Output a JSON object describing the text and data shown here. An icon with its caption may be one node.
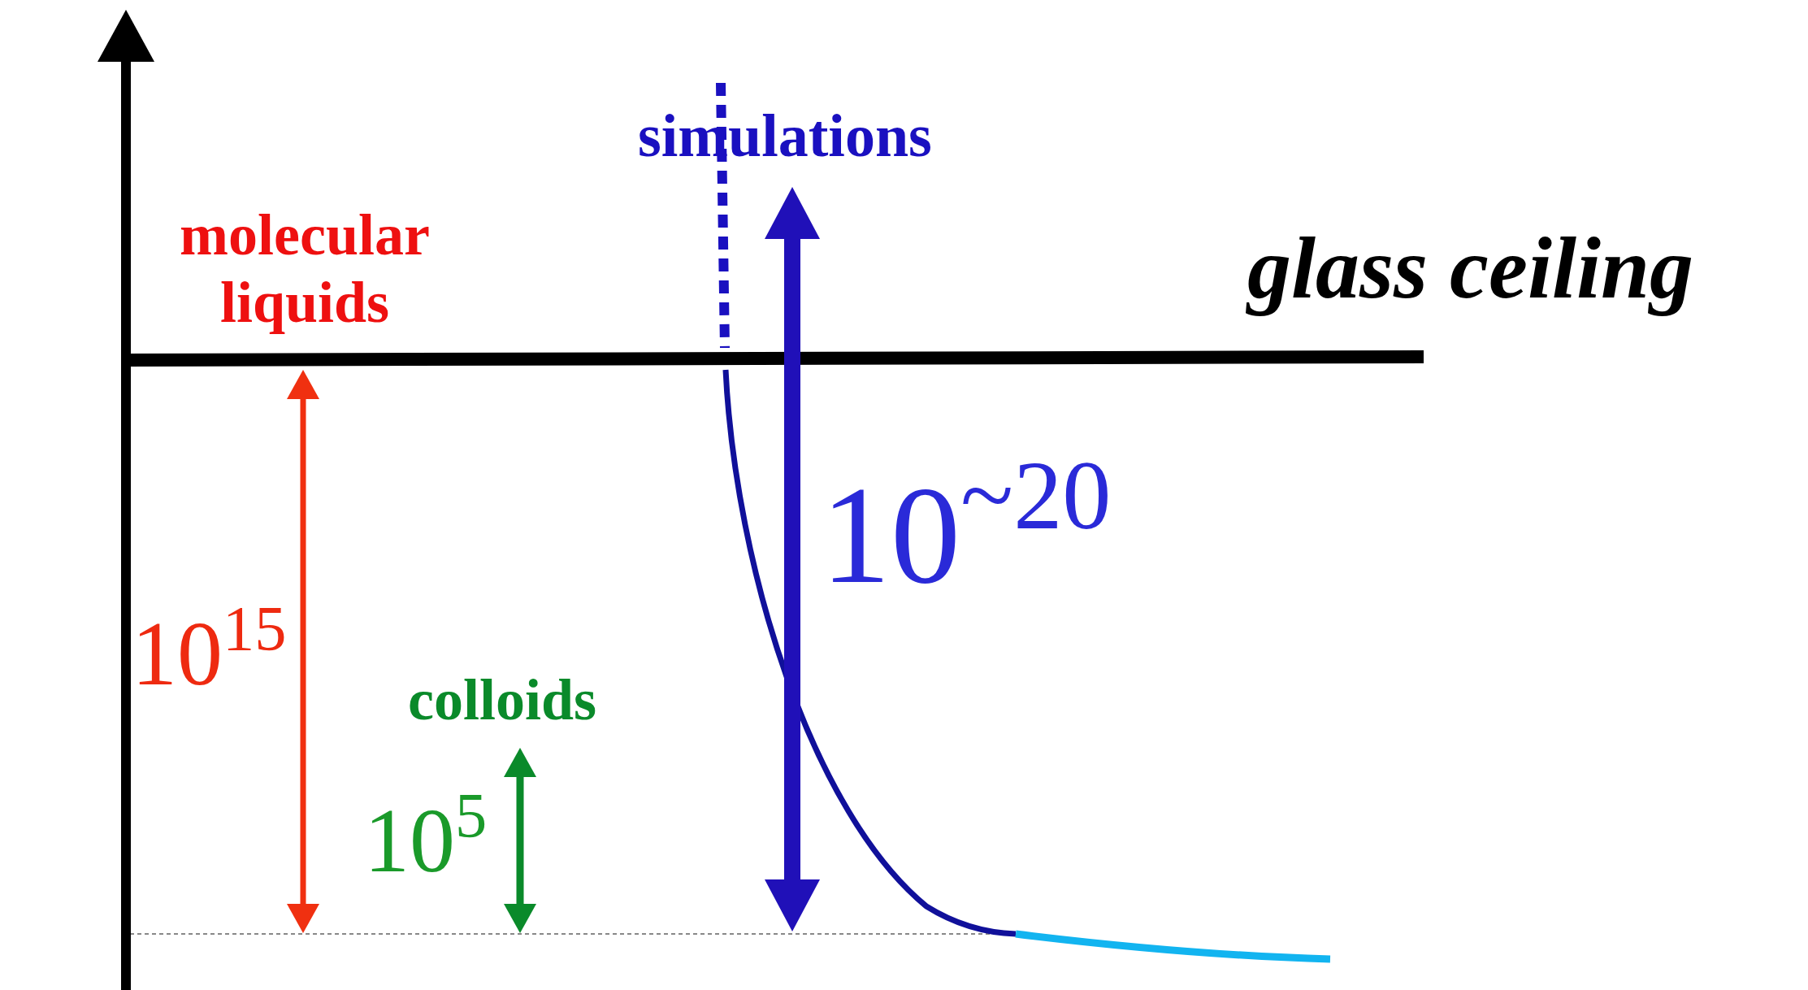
{
  "diagram": {
    "labels": [
      "simulations",
      "glass ceiling",
      "molecular liquids",
      "10$^{~20}$",
      "10$^{15}$",
      "colloids",
      "10$^{5}$"
    ]
  }
}
